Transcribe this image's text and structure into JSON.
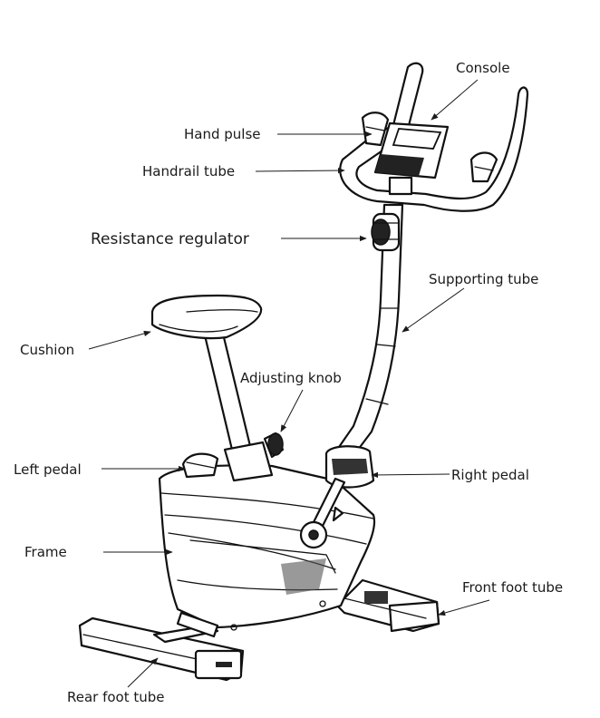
{
  "labels": {
    "console": "Console",
    "hand_pulse": "Hand pulse",
    "handrail_tube": "Handrail tube",
    "resistance_regulator": "Resistance regulator",
    "supporting_tube": "Supporting tube",
    "cushion": "Cushion",
    "adjusting_knob": "Adjusting knob",
    "left_pedal": "Left pedal",
    "right_pedal": "Right pedal",
    "frame": "Frame",
    "front_foot_tube": "Front foot tube",
    "rear_foot_tube": "Rear foot tube"
  }
}
